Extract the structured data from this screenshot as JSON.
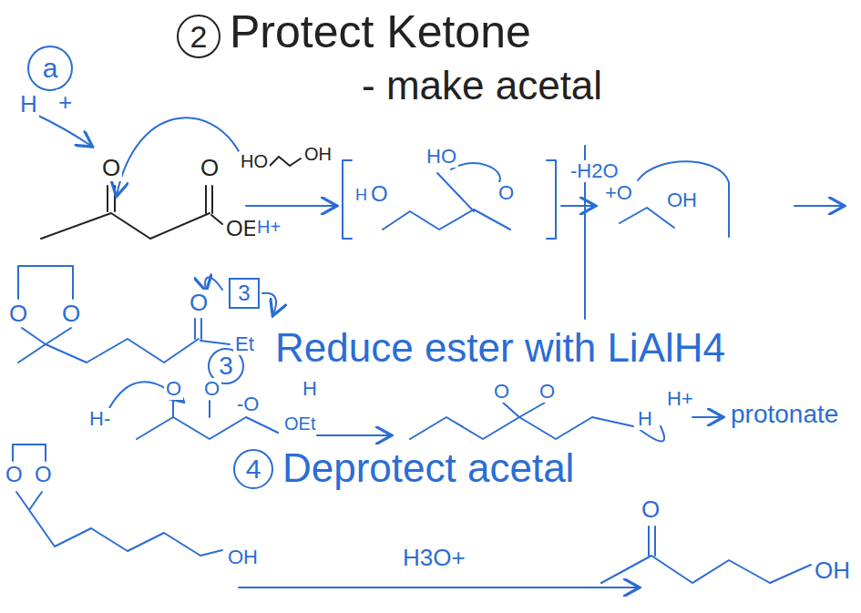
{
  "diagram": {
    "title": "Protect Ketone",
    "nodes": [
      {
        "text": [
          "2"
        ]
      },
      {
        "text": [
          "a"
        ]
      },
      {
        "text": [
          "3"
        ]
      },
      {
        "text": [
          "3"
        ]
      },
      {
        "text": [
          "4"
        ]
      }
    ],
    "labels": [
      "- make acetal",
      "H",
      "+",
      "O",
      "O",
      "OEt",
      "HO",
      "OH",
      "H+",
      "H",
      "O",
      "HO",
      "O",
      "-H2O",
      "+O",
      "OH",
      "O",
      "O",
      "O",
      "Et",
      "Reduce ester with LiAlH4",
      "H-",
      "O",
      "O",
      "-O",
      "H",
      "OEt",
      "O",
      "O",
      "H",
      "H+",
      "protonate",
      "O",
      "O",
      "Deprotect acetal",
      "OH",
      "H3O+",
      "O",
      "OH"
    ]
  }
}
